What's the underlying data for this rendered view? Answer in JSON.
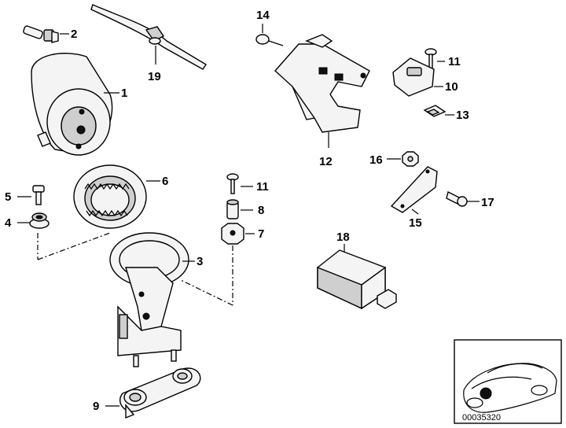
{
  "callouts": {
    "c1": "1",
    "c2": "2",
    "c3": "3",
    "c4": "4",
    "c5": "5",
    "c6": "6",
    "c7": "7",
    "c8": "8",
    "c9": "9",
    "c10": "10",
    "c11a": "11",
    "c11b": "11",
    "c12": "12",
    "c13": "13",
    "c14": "14",
    "c15": "15",
    "c16": "16",
    "c17": "17",
    "c18": "18",
    "c19": "19"
  },
  "inset": {
    "code": "00035320"
  }
}
